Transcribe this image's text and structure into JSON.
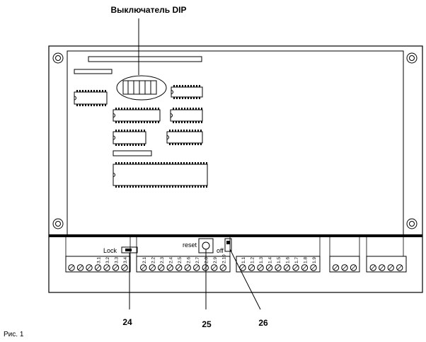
{
  "title": "Выключатель DIP",
  "figure_caption": "Рис. 1",
  "callouts": [
    "24",
    "25",
    "26"
  ],
  "labels": {
    "lock": "Lock",
    "reset": "reset",
    "off": "off"
  },
  "terminal_groups": [
    {
      "ids": [
        "",
        "",
        "",
        "3.1",
        "3.2",
        "3.3",
        "3.4"
      ]
    },
    {
      "ids": [
        "2.1",
        "2.2",
        "2.3",
        "2.4",
        "2.5",
        "2.6",
        "2.7",
        "2.8",
        "2.9",
        "2.10"
      ]
    },
    {
      "ids": [
        "1.1",
        "1.2",
        "1.3",
        "1.4",
        "1.5",
        "1.6",
        "1.7",
        "1.8",
        "1.9"
      ]
    },
    {
      "ids": [
        "",
        "",
        ""
      ]
    },
    {
      "ids": [
        "",
        "",
        "",
        ""
      ]
    }
  ]
}
